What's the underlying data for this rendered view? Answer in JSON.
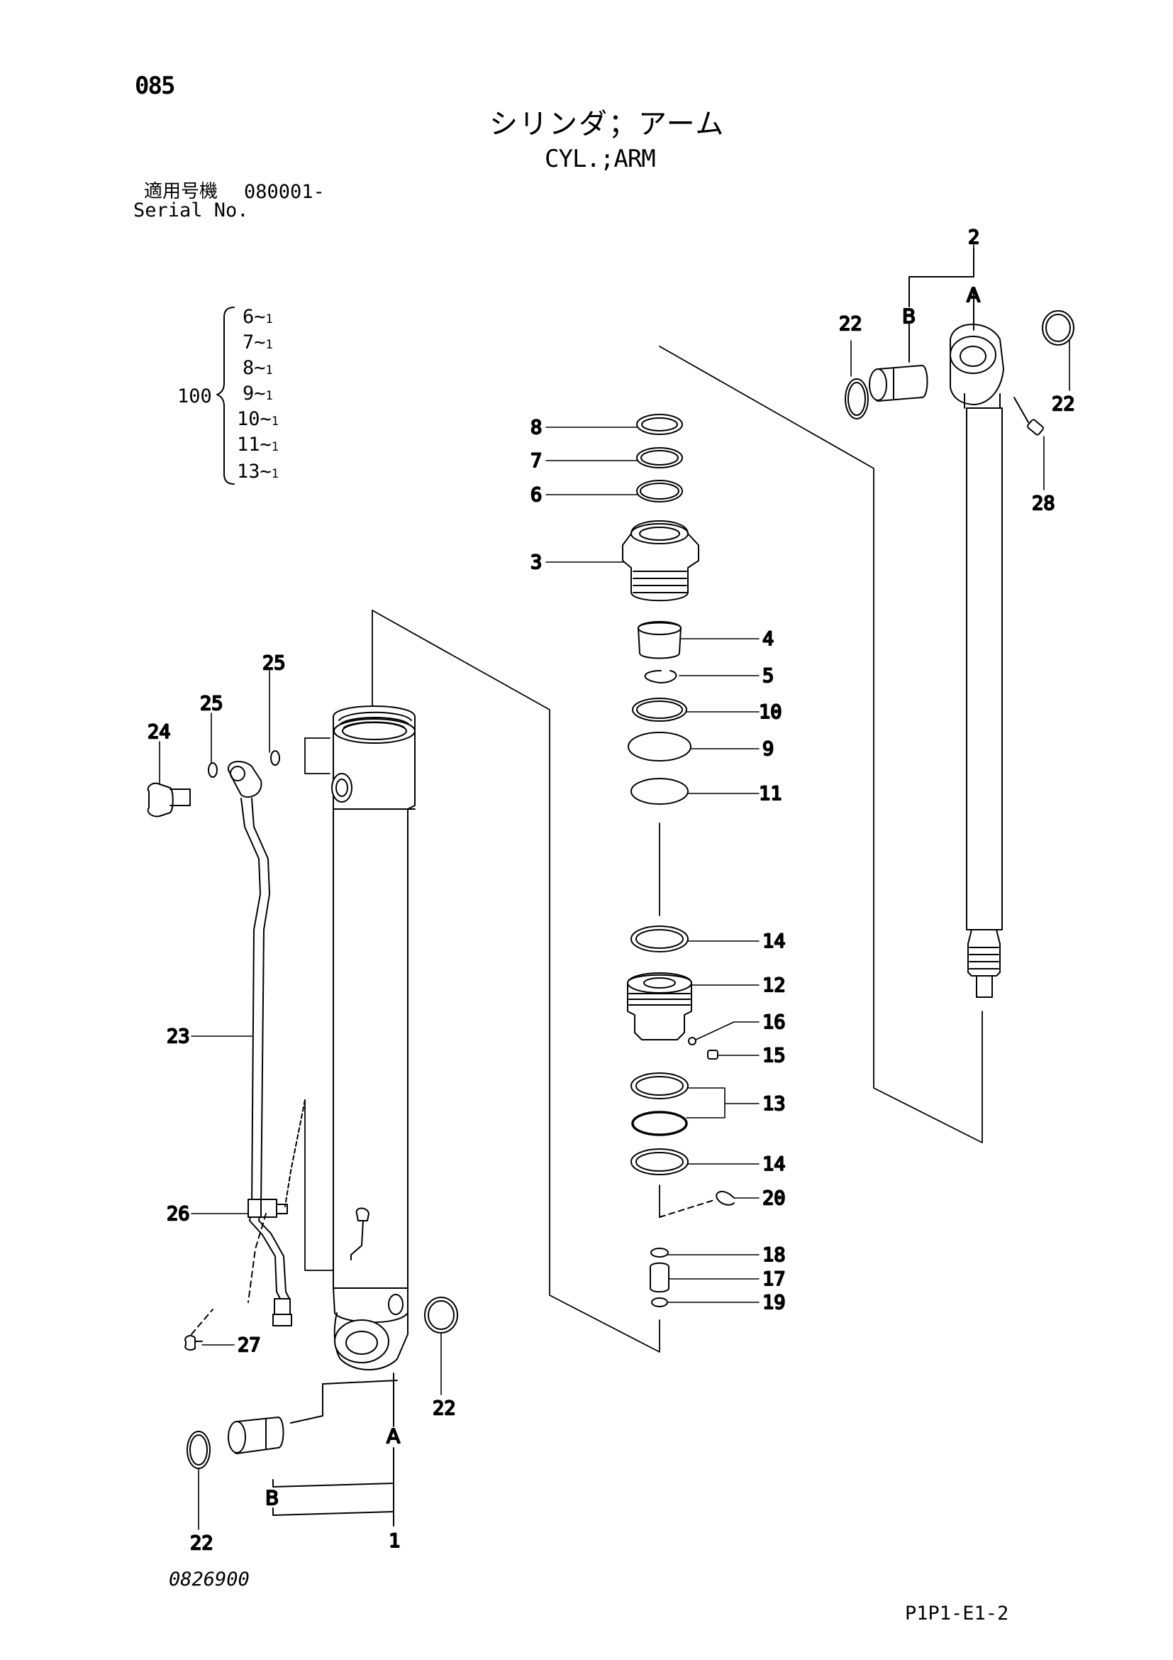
{
  "header": {
    "page_number": "085",
    "title_jp": "シリンダ；アーム",
    "title_en": "CYL.;ARM",
    "serial_jp_label": "適用号機",
    "serial_value": "080001-",
    "serial_en_label": "Serial No."
  },
  "kit": {
    "label": "100",
    "items": [
      {
        "part": "6",
        "qty": "1"
      },
      {
        "part": "7",
        "qty": "1"
      },
      {
        "part": "8",
        "qty": "1"
      },
      {
        "part": "9",
        "qty": "1"
      },
      {
        "part": "10",
        "qty": "1"
      },
      {
        "part": "11",
        "qty": "1"
      },
      {
        "part": "13",
        "qty": "1"
      }
    ]
  },
  "callouts": {
    "c1": "1",
    "c2": "2",
    "c3": "3",
    "c4": "4",
    "c5": "5",
    "c6": "6",
    "c7": "7",
    "c8": "8",
    "c9": "9",
    "c10": "10",
    "c11": "11",
    "c12": "12",
    "c13": "13",
    "c14a": "14",
    "c14b": "14",
    "c15": "15",
    "c16": "16",
    "c17": "17",
    "c18": "18",
    "c19": "19",
    "c20": "20",
    "c22a": "22",
    "c22b": "22",
    "c22c": "22",
    "c22d": "22",
    "c23": "23",
    "c24": "24",
    "c25a": "25",
    "c25b": "25",
    "c26": "26",
    "c27": "27",
    "c28": "28"
  },
  "sections": {
    "a_top": "A",
    "b_top": "B",
    "a_bottom": "A",
    "b_bottom": "B"
  },
  "footer": {
    "doc_number": "0826900",
    "page_code": "P1P1-E1-2"
  }
}
